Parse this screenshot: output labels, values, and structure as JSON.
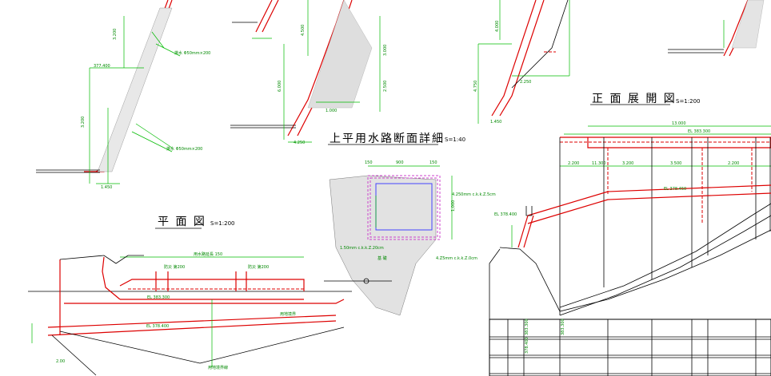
{
  "titles": {
    "section_detail": "上平用水路断面詳細",
    "section_detail_scale": "S=1:40",
    "front_elevation": "正 面 展 開 図",
    "front_elevation_scale": "S=1:200",
    "plan": "平 面 図",
    "plan_scale": "S=1:200"
  },
  "dims": {
    "top_total": "13.000",
    "top_sub": "11.300 ",
    "el_left": "EL 378.400",
    "el_mid": "EL 378.450",
    "el_plan1": "EL 383.300",
    "el_plan2": "EL 378.400",
    "seg1": "2.200",
    "seg2": "3.200",
    "seg3": "3.500",
    "seg4": "2.200",
    "box_w": "900",
    "box_side": "150",
    "box_h": "1,000",
    "plan_len": "用水路延長 150",
    "s1": "2.000",
    "s2": "4.500",
    "s3": "3.000",
    "s4": "6.000",
    "s5": "4.250",
    "s6": "2.500",
    "s7": "1.000",
    "s8": "1.450"
  },
  "colors": {
    "structure": "#dd0000",
    "dimension": "#00bb00",
    "outline": "#000000",
    "rebar": "#cc44cc"
  }
}
